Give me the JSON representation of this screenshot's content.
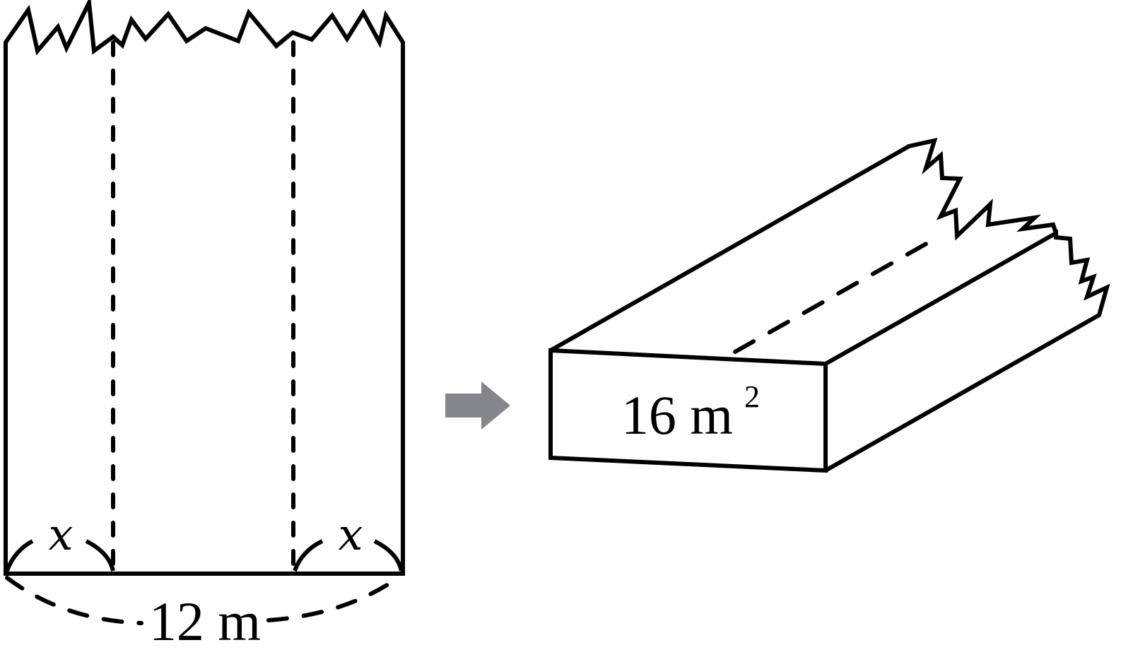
{
  "sheet": {
    "fold_label_left": "x",
    "fold_label_right": "x",
    "width_label": "12 m"
  },
  "trough": {
    "area_label": "16 m",
    "area_exponent": "2"
  },
  "colors": {
    "line": "#000000",
    "arrow": "#858689"
  },
  "icons": {
    "transform_arrow": "right-arrow-icon"
  }
}
